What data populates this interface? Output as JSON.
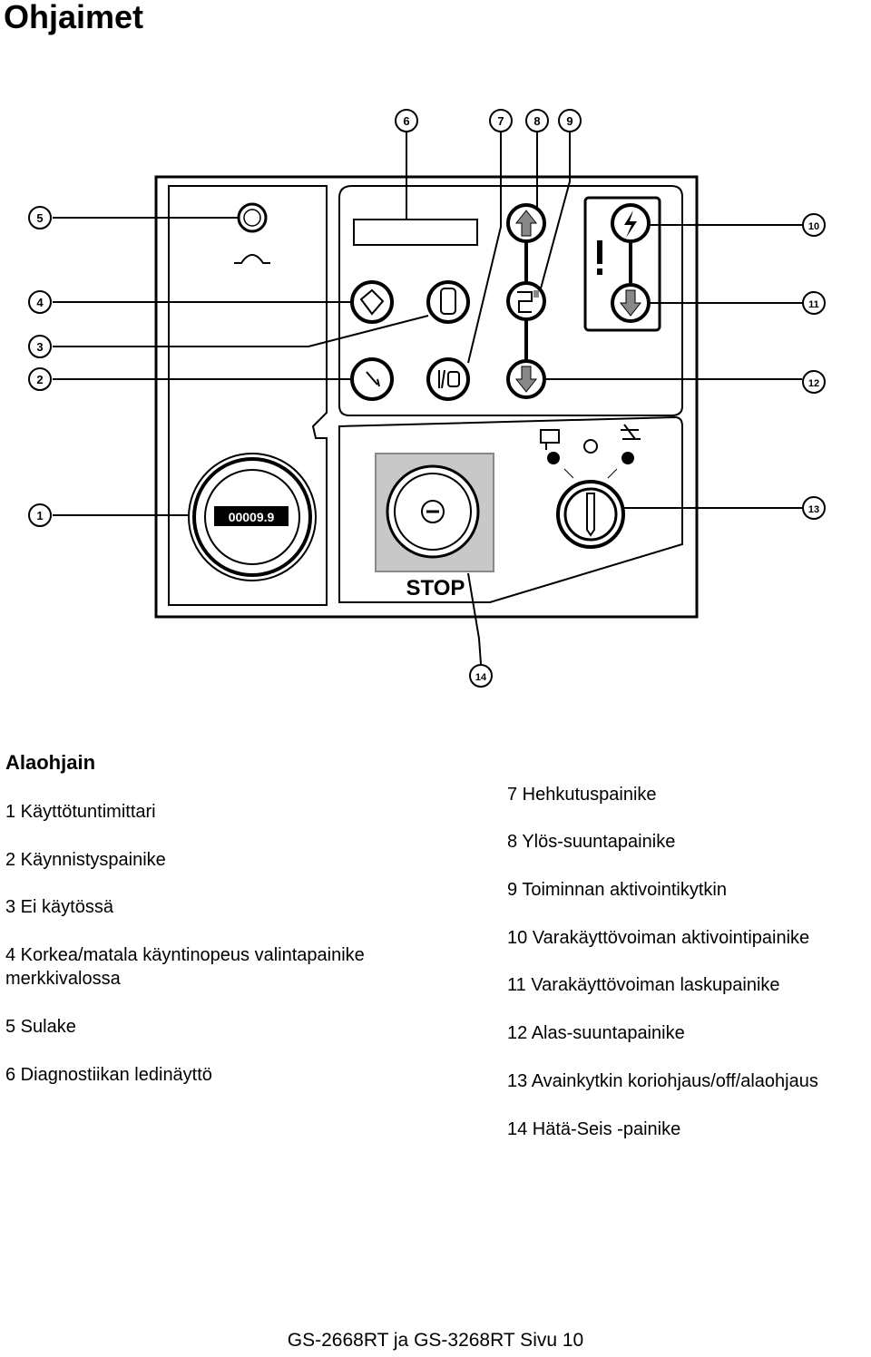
{
  "page_title": "Ohjaimet",
  "section_title": "Alaohjain",
  "panel": {
    "hour_meter_reading": "00009.9",
    "stop_label": "STOP",
    "callouts": [
      "1",
      "2",
      "3",
      "4",
      "5",
      "6",
      "7",
      "8",
      "9",
      "10",
      "11",
      "12",
      "13",
      "14"
    ]
  },
  "legend_left": [
    {
      "label": "1 Käyttötuntimittari"
    },
    {
      "label": "2 Käynnistyspainike"
    },
    {
      "label": "3 Ei käytössä"
    },
    {
      "label": "4 Korkea/matala käyntinopeus valintapainike merkkivalossa"
    },
    {
      "label": "5 Sulake"
    },
    {
      "label": "6 Diagnostiikan ledinäyttö"
    }
  ],
  "legend_right": [
    {
      "label": "7 Hehkutuspainike"
    },
    {
      "label": "8 Ylös-suuntapainike"
    },
    {
      "label": "9 Toiminnan aktivointikytkin"
    },
    {
      "label": "10 Varakäyttövoiman aktivointipainike"
    },
    {
      "label": "11 Varakäyttövoiman laskupainike"
    },
    {
      "label": "12 Alas-suuntapainike"
    },
    {
      "label": "13 Avainkytkin koriohjaus/off/alaohjaus"
    },
    {
      "label": "14 Hätä-Seis -painike"
    }
  ],
  "footer": "GS-2668RT ja GS-3268RT Sivu 10"
}
